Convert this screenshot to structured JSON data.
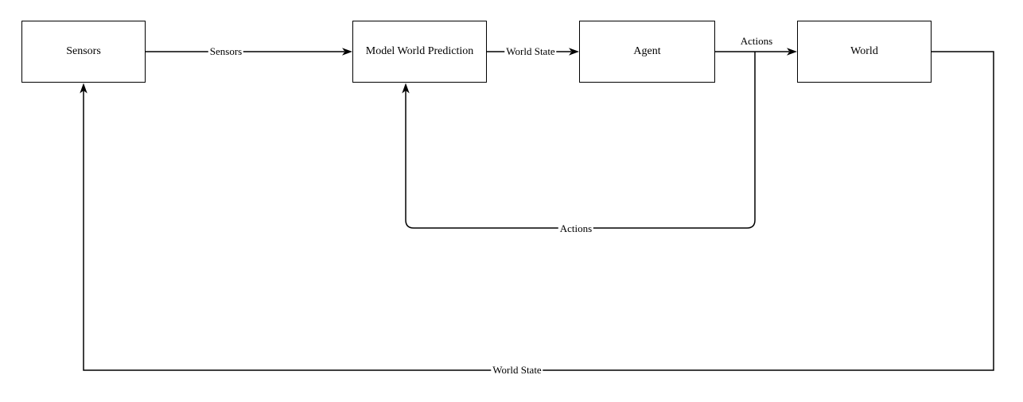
{
  "diagram": {
    "type": "block-diagram",
    "colors": {
      "background": "#ffffff",
      "line": "#000000",
      "node_border": "#000000",
      "node_fill": "#ffffff",
      "text": "#000000"
    },
    "nodes": [
      {
        "id": "sensors",
        "label": "Sensors"
      },
      {
        "id": "model-world-prediction",
        "label": "Model World Prediction"
      },
      {
        "id": "agent",
        "label": "Agent"
      },
      {
        "id": "world",
        "label": "World"
      }
    ],
    "edges": [
      {
        "id": "sensors-to-model",
        "from": "Sensors",
        "to": "Model World Prediction",
        "label": "Sensors"
      },
      {
        "id": "model-to-agent",
        "from": "Model World Prediction",
        "to": "Agent",
        "label": "World State"
      },
      {
        "id": "agent-to-world",
        "from": "Agent",
        "to": "World",
        "label": "Actions"
      },
      {
        "id": "agent-to-model-feedback",
        "from": "Agent",
        "to": "Model World Prediction",
        "label": "Actions"
      },
      {
        "id": "world-to-sensors-feedback",
        "from": "World",
        "to": "Sensors",
        "label": "World State"
      }
    ]
  }
}
